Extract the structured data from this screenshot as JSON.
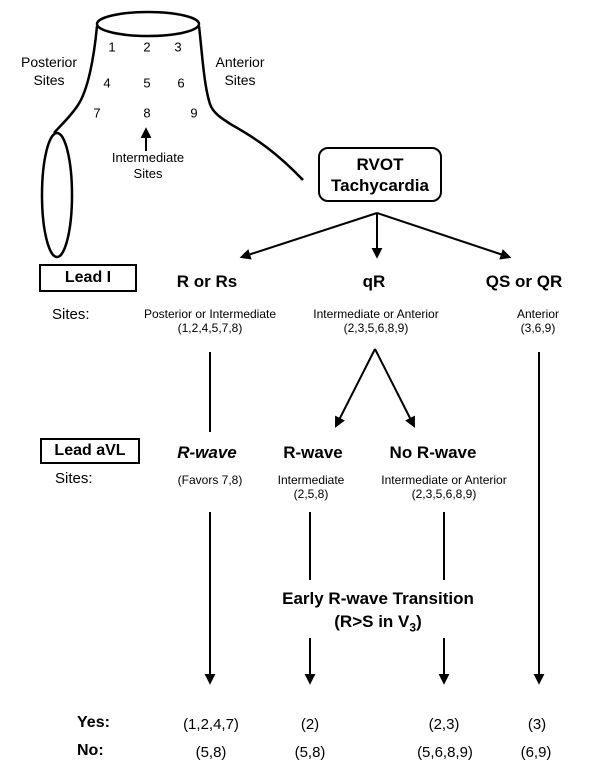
{
  "colors": {
    "ink": "#000000",
    "background": "#ffffff"
  },
  "anatomy": {
    "posterior_label_line1": "Posterior",
    "posterior_label_line2": "Sites",
    "anterior_label_line1": "Anterior",
    "anterior_label_line2": "Sites",
    "intermediate_label_line1": "Intermediate",
    "intermediate_label_line2": "Sites",
    "site_numbers": [
      "1",
      "2",
      "3",
      "4",
      "5",
      "6",
      "7",
      "8",
      "9"
    ]
  },
  "root": {
    "label_line1": "RVOT",
    "label_line2": "Tachycardia"
  },
  "lead1": {
    "box_label": "Lead I",
    "sites_label": "Sites:",
    "branches": [
      {
        "label": "R or Rs",
        "sites_line1": "Posterior or Intermediate",
        "sites_line2": "(1,2,4,5,7,8)"
      },
      {
        "label": "qR",
        "sites_line1": "Intermediate or Anterior",
        "sites_line2": "(2,3,5,6,8,9)"
      },
      {
        "label": "QS or QR",
        "sites_line1": "Anterior",
        "sites_line2": "(3,6,9)"
      }
    ]
  },
  "lead_avl": {
    "box_label": "Lead aVL",
    "sites_label": "Sites:",
    "branches": [
      {
        "label": "R-wave",
        "emphasis": "italic",
        "sites_line1": "(Favors 7,8)"
      },
      {
        "label": "R-wave",
        "sites_line1": "Intermediate",
        "sites_line2": "(2,5,8)"
      },
      {
        "label": "No R-wave",
        "sites_line1": "Intermediate or Anterior",
        "sites_line2": "(2,3,5,6,8,9)"
      }
    ]
  },
  "transition": {
    "line1": "Early R-wave Transition",
    "line2_prefix": "(R>S in V",
    "line2_subscript": "3",
    "line2_suffix": ")"
  },
  "outcomes": {
    "yes_label": "Yes:",
    "no_label": "No:",
    "yes_values": [
      "(1,2,4,7)",
      "(2)",
      "(2,3)",
      "(3)"
    ],
    "no_values": [
      "(5,8)",
      "(5,8)",
      "(5,6,8,9)",
      "(6,9)"
    ]
  }
}
